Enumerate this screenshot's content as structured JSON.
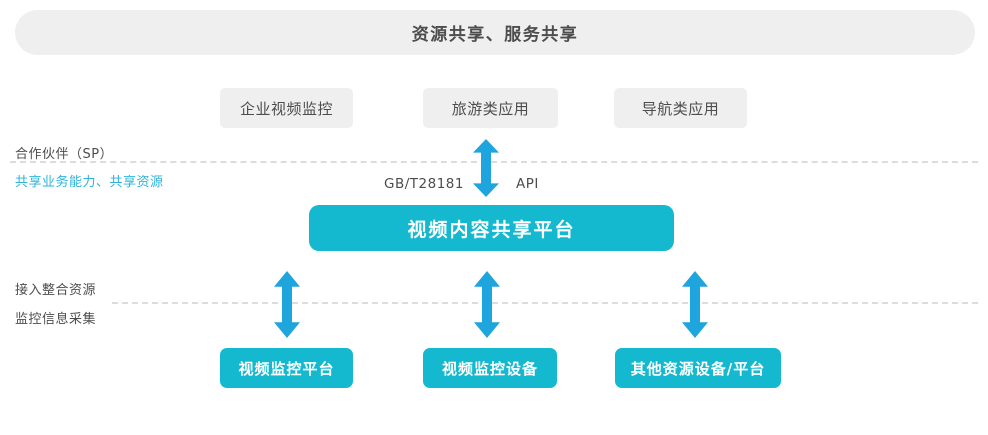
{
  "colors": {
    "platform_teal": "#14b8cf",
    "arrow_blue": "#1fa5dd",
    "box_gray": "#efefef",
    "text_dark": "#4d4d4d",
    "label_teal": "#2eb3da",
    "dash_gray": "#dcdcdc"
  },
  "banner": {
    "title": "资源共享、服务共享"
  },
  "top_boxes": [
    {
      "label": "企业视频监控"
    },
    {
      "label": "旅游类应用"
    },
    {
      "label": "导航类应用"
    }
  ],
  "side_labels": {
    "partner_sp": "合作伙伴（SP）",
    "shared_capability": "共享业务能力、共享资源",
    "access_resources": "接入整合资源",
    "monitor_collection": "监控信息采集"
  },
  "interface_labels": {
    "gbt": "GB/T28181",
    "api": "API"
  },
  "platform": {
    "label": "视频内容共享平台"
  },
  "bottom_boxes": [
    {
      "label": "视频监控平台"
    },
    {
      "label": "视频监控设备"
    },
    {
      "label": "其他资源设备/平台"
    }
  ]
}
